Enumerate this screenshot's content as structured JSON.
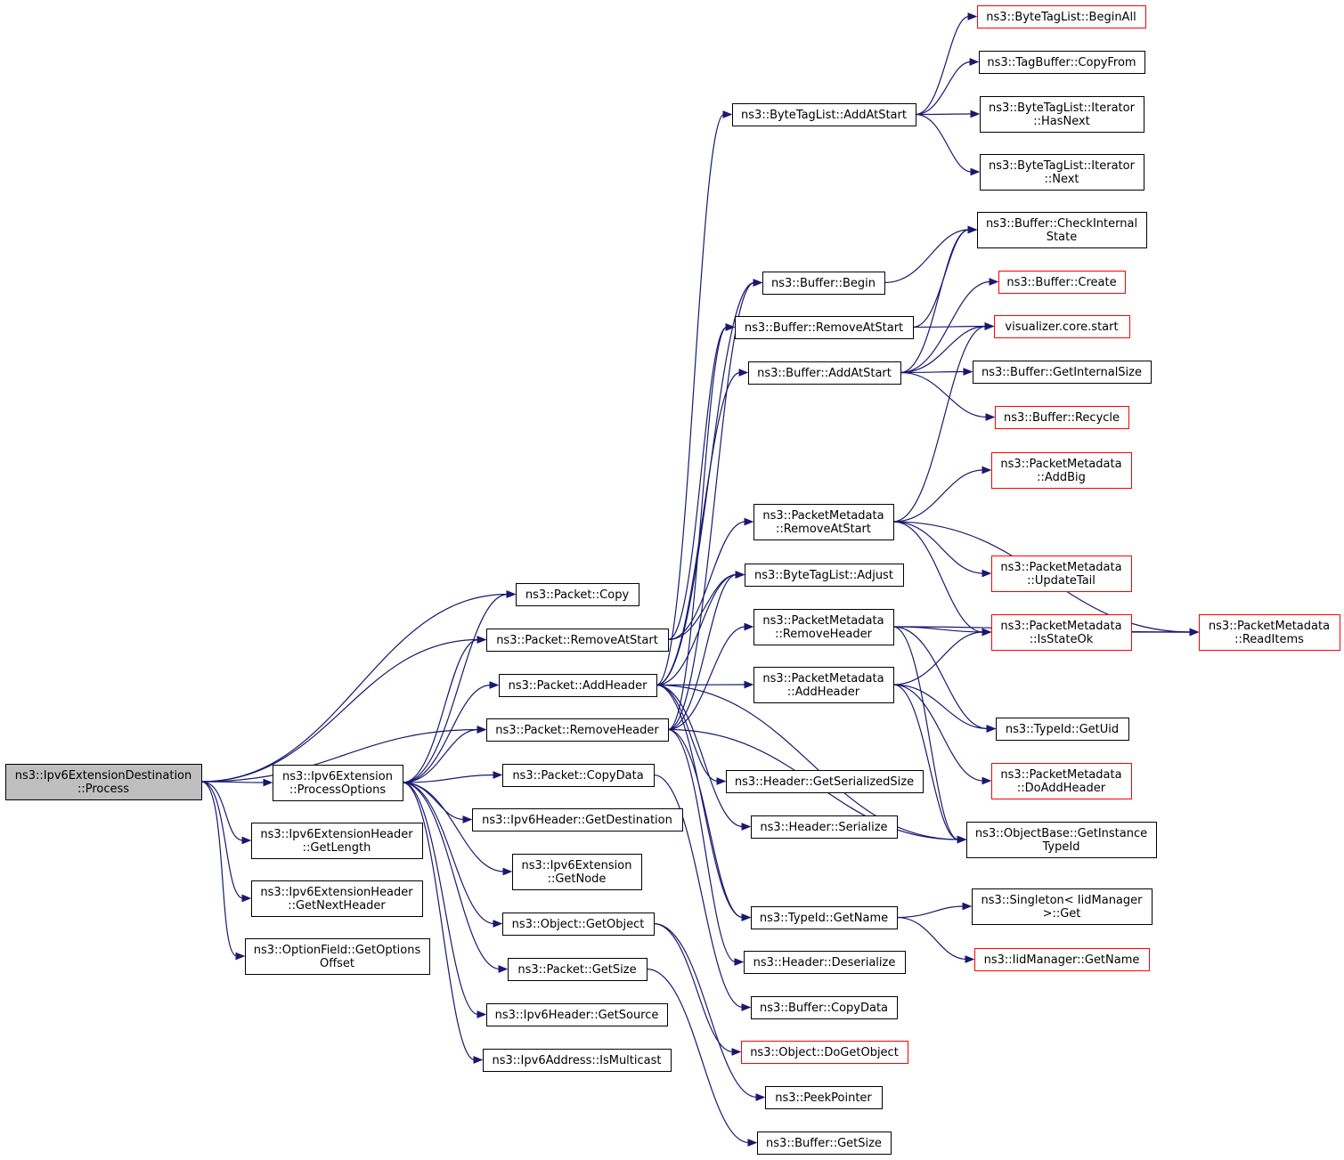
{
  "graph": {
    "root": "n_root",
    "colors": {
      "edge": "#191970",
      "node_border": "#000000",
      "truncated_border": "#ff0000",
      "root_fill": "#bfbfbf"
    },
    "nodes": [
      {
        "id": "n_root",
        "label": [
          "ns3::Ipv6ExtensionDestination",
          "::Process"
        ],
        "root": true
      },
      {
        "id": "n_procopt",
        "label": [
          "ns3::Ipv6Extension",
          "::ProcessOptions"
        ]
      },
      {
        "id": "n_eh_len",
        "label": [
          "ns3::Ipv6ExtensionHeader",
          "::GetLength"
        ]
      },
      {
        "id": "n_eh_next",
        "label": [
          "ns3::Ipv6ExtensionHeader",
          "::GetNextHeader"
        ]
      },
      {
        "id": "n_optoff",
        "label": [
          "ns3::OptionField::GetOptions",
          "Offset"
        ]
      },
      {
        "id": "n_pk_copy",
        "label": [
          "ns3::Packet::Copy"
        ]
      },
      {
        "id": "n_pk_ras",
        "label": [
          "ns3::Packet::RemoveAtStart"
        ]
      },
      {
        "id": "n_pk_addh",
        "label": [
          "ns3::Packet::AddHeader"
        ]
      },
      {
        "id": "n_pk_remh",
        "label": [
          "ns3::Packet::RemoveHeader"
        ]
      },
      {
        "id": "n_pk_cdata",
        "label": [
          "ns3::Packet::CopyData"
        ]
      },
      {
        "id": "n_ip6_dest",
        "label": [
          "ns3::Ipv6Header::GetDestination"
        ]
      },
      {
        "id": "n_ext_node",
        "label": [
          "ns3::Ipv6Extension",
          "::GetNode"
        ]
      },
      {
        "id": "n_getobj",
        "label": [
          "ns3::Object::GetObject"
        ]
      },
      {
        "id": "n_pk_size",
        "label": [
          "ns3::Packet::GetSize"
        ]
      },
      {
        "id": "n_ip6_src",
        "label": [
          "ns3::Ipv6Header::GetSource"
        ]
      },
      {
        "id": "n_ismc",
        "label": [
          "ns3::Ipv6Address::IsMulticast"
        ]
      },
      {
        "id": "n_btl_aas",
        "label": [
          "ns3::ByteTagList::AddAtStart"
        ]
      },
      {
        "id": "n_buf_begin",
        "label": [
          "ns3::Buffer::Begin"
        ]
      },
      {
        "id": "n_buf_ras",
        "label": [
          "ns3::Buffer::RemoveAtStart"
        ]
      },
      {
        "id": "n_buf_aas",
        "label": [
          "ns3::Buffer::AddAtStart"
        ]
      },
      {
        "id": "n_pm_ras",
        "label": [
          "ns3::PacketMetadata",
          "::RemoveAtStart"
        ]
      },
      {
        "id": "n_btl_adj",
        "label": [
          "ns3::ByteTagList::Adjust"
        ]
      },
      {
        "id": "n_pm_remh",
        "label": [
          "ns3::PacketMetadata",
          "::RemoveHeader"
        ]
      },
      {
        "id": "n_pm_addh",
        "label": [
          "ns3::PacketMetadata",
          "::AddHeader"
        ]
      },
      {
        "id": "n_h_gss",
        "label": [
          "ns3::Header::GetSerializedSize"
        ]
      },
      {
        "id": "n_h_ser",
        "label": [
          "ns3::Header::Serialize"
        ]
      },
      {
        "id": "n_tid_name",
        "label": [
          "ns3::TypeId::GetName"
        ]
      },
      {
        "id": "n_h_deser",
        "label": [
          "ns3::Header::Deserialize"
        ]
      },
      {
        "id": "n_buf_cdata",
        "label": [
          "ns3::Buffer::CopyData"
        ]
      },
      {
        "id": "n_dogetobj",
        "label": [
          "ns3::Object::DoGetObject"
        ],
        "truncated": true
      },
      {
        "id": "n_peek",
        "label": [
          "ns3::PeekPointer"
        ]
      },
      {
        "id": "n_buf_size",
        "label": [
          "ns3::Buffer::GetSize"
        ]
      },
      {
        "id": "n_btl_beginall",
        "label": [
          "ns3::ByteTagList::BeginAll"
        ],
        "truncated": true
      },
      {
        "id": "n_tagbuf_cf",
        "label": [
          "ns3::TagBuffer::CopyFrom"
        ]
      },
      {
        "id": "n_btl_it_hn",
        "label": [
          "ns3::ByteTagList::Iterator",
          "::HasNext"
        ]
      },
      {
        "id": "n_btl_it_next",
        "label": [
          "ns3::ByteTagList::Iterator",
          "::Next"
        ]
      },
      {
        "id": "n_buf_cis",
        "label": [
          "ns3::Buffer::CheckInternal",
          "State"
        ]
      },
      {
        "id": "n_buf_create",
        "label": [
          "ns3::Buffer::Create"
        ],
        "truncated": true
      },
      {
        "id": "n_viz",
        "label": [
          "visualizer.core.start"
        ],
        "truncated": true
      },
      {
        "id": "n_buf_gis",
        "label": [
          "ns3::Buffer::GetInternalSize"
        ]
      },
      {
        "id": "n_buf_recycle",
        "label": [
          "ns3::Buffer::Recycle"
        ],
        "truncated": true
      },
      {
        "id": "n_pm_addbig",
        "label": [
          "ns3::PacketMetadata",
          "::AddBig"
        ],
        "truncated": true
      },
      {
        "id": "n_pm_updtail",
        "label": [
          "ns3::PacketMetadata",
          "::UpdateTail"
        ],
        "truncated": true
      },
      {
        "id": "n_pm_isok",
        "label": [
          "ns3::PacketMetadata",
          "::IsStateOk"
        ],
        "truncated": true
      },
      {
        "id": "n_pm_readitems",
        "label": [
          "ns3::PacketMetadata",
          "::ReadItems"
        ],
        "truncated": true
      },
      {
        "id": "n_tid_uid",
        "label": [
          "ns3::TypeId::GetUid"
        ]
      },
      {
        "id": "n_pm_doaddh",
        "label": [
          "ns3::PacketMetadata",
          "::DoAddHeader"
        ],
        "truncated": true
      },
      {
        "id": "n_ob_gitid",
        "label": [
          "ns3::ObjectBase::GetInstance",
          "TypeId"
        ]
      },
      {
        "id": "n_singleton",
        "label": [
          "ns3::Singleton< IidManager",
          ">::Get"
        ]
      },
      {
        "id": "n_iid_name",
        "label": [
          "ns3::IidManager::GetName"
        ],
        "truncated": true
      }
    ],
    "edges": [
      [
        "n_root",
        "n_pk_copy"
      ],
      [
        "n_root",
        "n_pk_ras"
      ],
      [
        "n_root",
        "n_pk_remh"
      ],
      [
        "n_root",
        "n_procopt"
      ],
      [
        "n_root",
        "n_eh_len"
      ],
      [
        "n_root",
        "n_eh_next"
      ],
      [
        "n_root",
        "n_optoff"
      ],
      [
        "n_procopt",
        "n_pk_copy"
      ],
      [
        "n_procopt",
        "n_pk_ras"
      ],
      [
        "n_procopt",
        "n_pk_addh"
      ],
      [
        "n_procopt",
        "n_pk_remh"
      ],
      [
        "n_procopt",
        "n_pk_cdata"
      ],
      [
        "n_procopt",
        "n_ip6_dest"
      ],
      [
        "n_procopt",
        "n_ext_node"
      ],
      [
        "n_procopt",
        "n_getobj"
      ],
      [
        "n_procopt",
        "n_pk_size"
      ],
      [
        "n_procopt",
        "n_ip6_src"
      ],
      [
        "n_procopt",
        "n_ismc"
      ],
      [
        "n_pk_ras",
        "n_buf_ras"
      ],
      [
        "n_pk_ras",
        "n_btl_adj"
      ],
      [
        "n_pk_ras",
        "n_pm_ras"
      ],
      [
        "n_pk_addh",
        "n_btl_aas"
      ],
      [
        "n_pk_addh",
        "n_buf_begin"
      ],
      [
        "n_pk_addh",
        "n_buf_aas"
      ],
      [
        "n_pk_addh",
        "n_btl_adj"
      ],
      [
        "n_pk_addh",
        "n_pm_addh"
      ],
      [
        "n_pk_addh",
        "n_h_gss"
      ],
      [
        "n_pk_addh",
        "n_h_ser"
      ],
      [
        "n_pk_addh",
        "n_tid_name"
      ],
      [
        "n_pk_addh",
        "n_ob_gitid"
      ],
      [
        "n_pk_remh",
        "n_buf_begin"
      ],
      [
        "n_pk_remh",
        "n_buf_ras"
      ],
      [
        "n_pk_remh",
        "n_btl_adj"
      ],
      [
        "n_pk_remh",
        "n_pm_remh"
      ],
      [
        "n_pk_remh",
        "n_tid_name"
      ],
      [
        "n_pk_remh",
        "n_h_deser"
      ],
      [
        "n_pk_remh",
        "n_ob_gitid"
      ],
      [
        "n_pk_cdata",
        "n_buf_cdata"
      ],
      [
        "n_getobj",
        "n_dogetobj"
      ],
      [
        "n_getobj",
        "n_peek"
      ],
      [
        "n_pk_size",
        "n_buf_size"
      ],
      [
        "n_btl_aas",
        "n_btl_beginall"
      ],
      [
        "n_btl_aas",
        "n_tagbuf_cf"
      ],
      [
        "n_btl_aas",
        "n_btl_it_hn"
      ],
      [
        "n_btl_aas",
        "n_btl_it_next"
      ],
      [
        "n_buf_begin",
        "n_buf_cis"
      ],
      [
        "n_buf_ras",
        "n_buf_cis"
      ],
      [
        "n_buf_ras",
        "n_viz"
      ],
      [
        "n_buf_aas",
        "n_buf_cis"
      ],
      [
        "n_buf_aas",
        "n_buf_create"
      ],
      [
        "n_buf_aas",
        "n_viz"
      ],
      [
        "n_buf_aas",
        "n_buf_gis"
      ],
      [
        "n_buf_aas",
        "n_buf_recycle"
      ],
      [
        "n_pm_ras",
        "n_viz"
      ],
      [
        "n_pm_ras",
        "n_pm_addbig"
      ],
      [
        "n_pm_ras",
        "n_pm_readitems"
      ],
      [
        "n_pm_ras",
        "n_pm_updtail"
      ],
      [
        "n_pm_ras",
        "n_pm_isok"
      ],
      [
        "n_pm_remh",
        "n_pm_isok"
      ],
      [
        "n_pm_remh",
        "n_pm_readitems"
      ],
      [
        "n_pm_remh",
        "n_tid_uid"
      ],
      [
        "n_pm_remh",
        "n_ob_gitid"
      ],
      [
        "n_pm_addh",
        "n_pm_isok"
      ],
      [
        "n_pm_addh",
        "n_tid_uid"
      ],
      [
        "n_pm_addh",
        "n_pm_doaddh"
      ],
      [
        "n_pm_addh",
        "n_ob_gitid"
      ],
      [
        "n_pm_isok",
        "n_pm_readitems"
      ],
      [
        "n_tid_name",
        "n_singleton"
      ],
      [
        "n_tid_name",
        "n_iid_name"
      ]
    ]
  }
}
